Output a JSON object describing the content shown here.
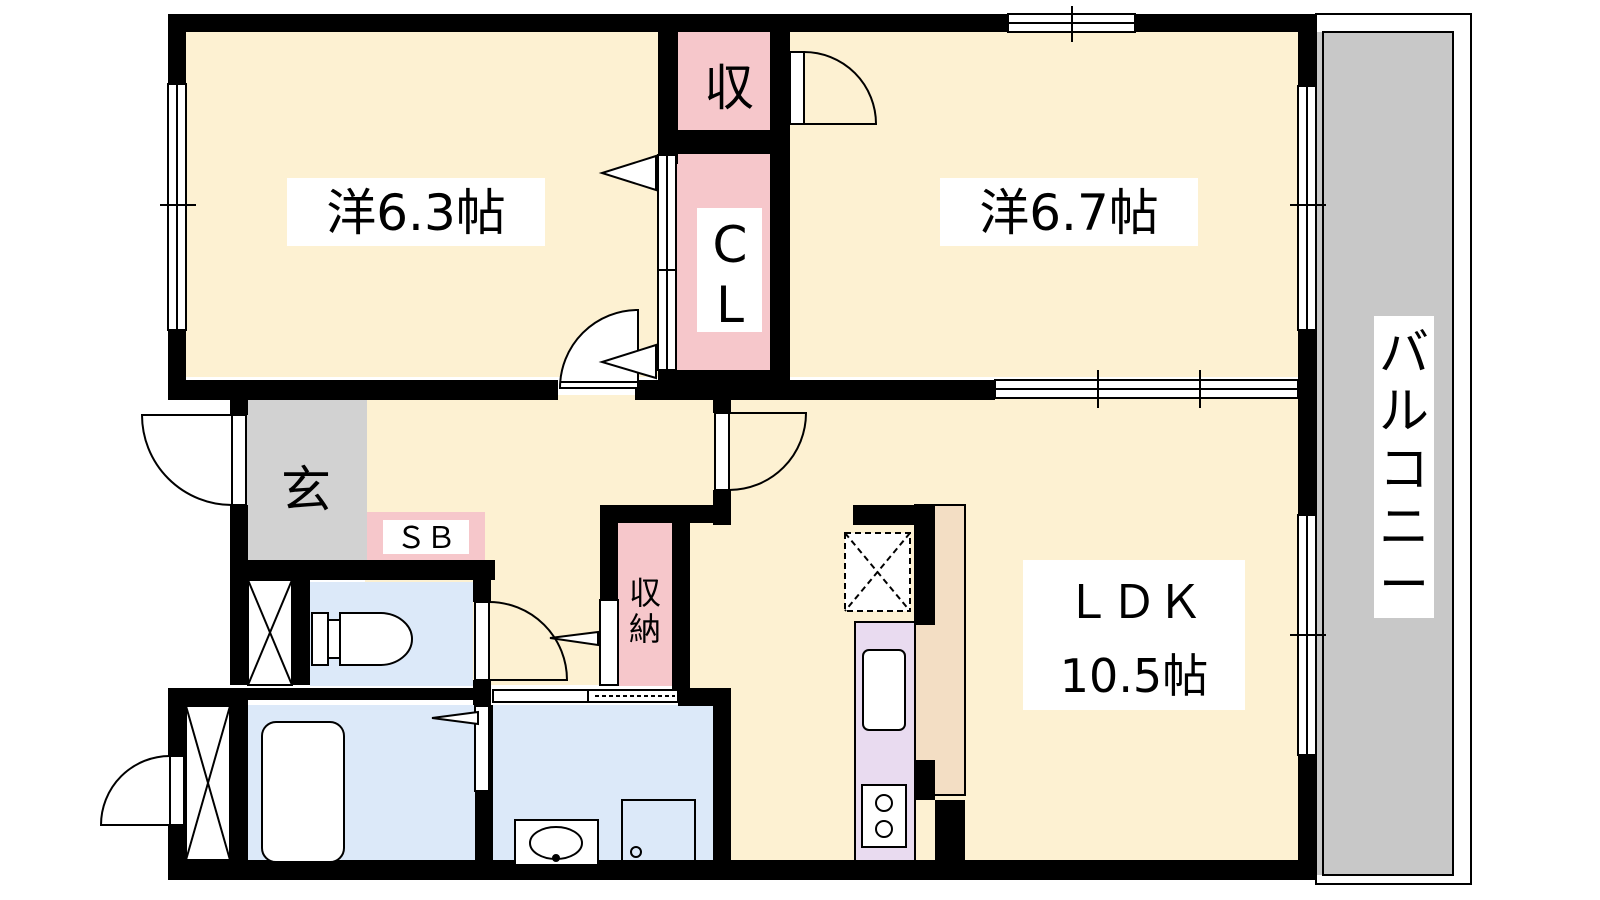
{
  "colors": {
    "wall": "#000000",
    "room": "#FDF1D2",
    "storage": "#F6C7CB",
    "wet": "#DCE9F9",
    "entrance": "#D2D2D2",
    "balcony": "#C8C8C8",
    "kitchen": "#E9DBF0",
    "counter": "#F3DEC4",
    "label_bg": "#FFFFFF"
  },
  "rooms": {
    "western_1": "洋6.3帖",
    "western_2": "洋6.7帖",
    "closet_top": "収",
    "cl_1": "C",
    "cl_2": "L",
    "entrance": "玄",
    "shoebox": "ＳＢ",
    "storage_1": "収",
    "storage_2": "納",
    "ldk_1": "ＬＤＫ",
    "ldk_2": "10.5帖",
    "balcony": [
      "バ",
      "ル",
      "コ",
      "ニ",
      "ー"
    ]
  }
}
